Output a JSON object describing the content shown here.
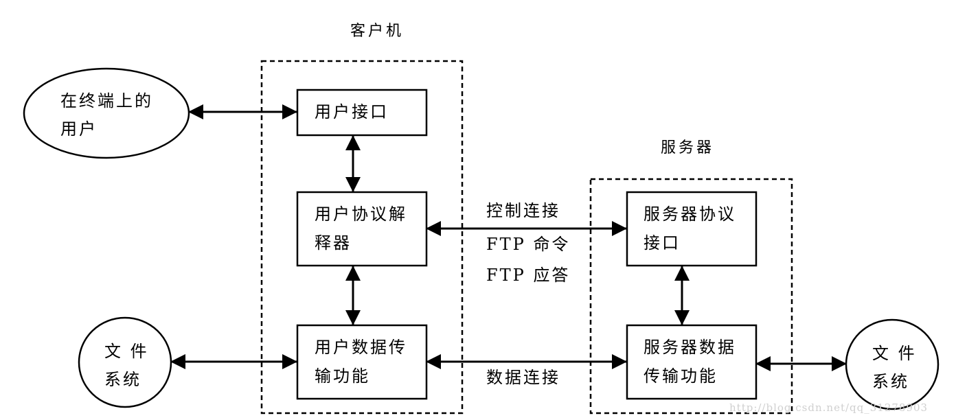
{
  "groups": {
    "client": {
      "title": "客户机"
    },
    "server": {
      "title": "服务器"
    }
  },
  "nodes": {
    "terminal_user": {
      "line1": "在终端上的",
      "line2": "用户"
    },
    "user_interface": {
      "line1": "用户接口"
    },
    "user_pi": {
      "line1": "用户协议解",
      "line2": "释器"
    },
    "user_dtp": {
      "line1": "用户数据传",
      "line2": "输功能"
    },
    "client_fs": {
      "line1": "文 件",
      "line2": "系统"
    },
    "server_pi": {
      "line1": "服务器协议",
      "line2": "接口"
    },
    "server_dtp": {
      "line1": "服务器数据",
      "line2": "传输功能"
    },
    "server_fs": {
      "line1": "文 件",
      "line2": "系统"
    }
  },
  "edges": {
    "control": {
      "line1": "控制连接",
      "line2": "FTP 命令",
      "line3": "FTP 应答"
    },
    "data": {
      "label": "数据连接"
    }
  },
  "watermark": "http://blog.csdn.net/qq_31278903"
}
